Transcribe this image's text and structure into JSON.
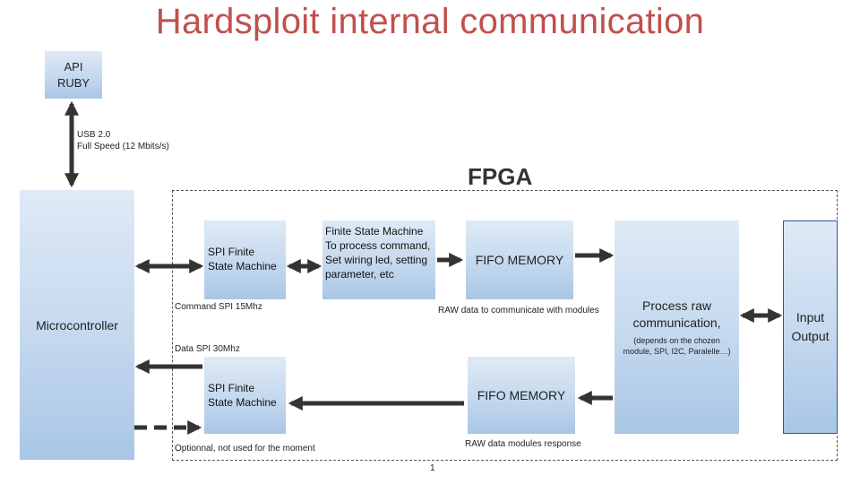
{
  "title": "Hardsploit internal communication",
  "fpga_label": "FPGA",
  "boxes": {
    "api": {
      "line1": "API",
      "line2": "RUBY"
    },
    "microcontroller": "Microcontroller",
    "spi_fsm_top": "SPI Finite State Machine",
    "fsm_process": "Finite State Machine To process command,  Set wiring led, setting parameter, etc",
    "fifo_top": "FIFO MEMORY",
    "process_raw": {
      "main": "Process raw communication,",
      "sub": "(depends on the chozen module, SPI, I2C, Paralelle…)"
    },
    "io": {
      "line1": "Input",
      "line2": "Output"
    },
    "fifo_bottom": "FIFO MEMORY",
    "spi_fsm_bottom": "SPI Finite State Machine"
  },
  "labels": {
    "usb_line1": "USB 2.0",
    "usb_line2": "Full Speed (12 Mbits/s)",
    "command_spi": "Command SPI 15Mhz",
    "data_spi": "Data SPI 30Mhz",
    "raw_to_modules": "RAW data to communicate with modules",
    "optional": "Optionnal, not used for the moment",
    "raw_response": "RAW data modules response"
  },
  "page_number": "1"
}
